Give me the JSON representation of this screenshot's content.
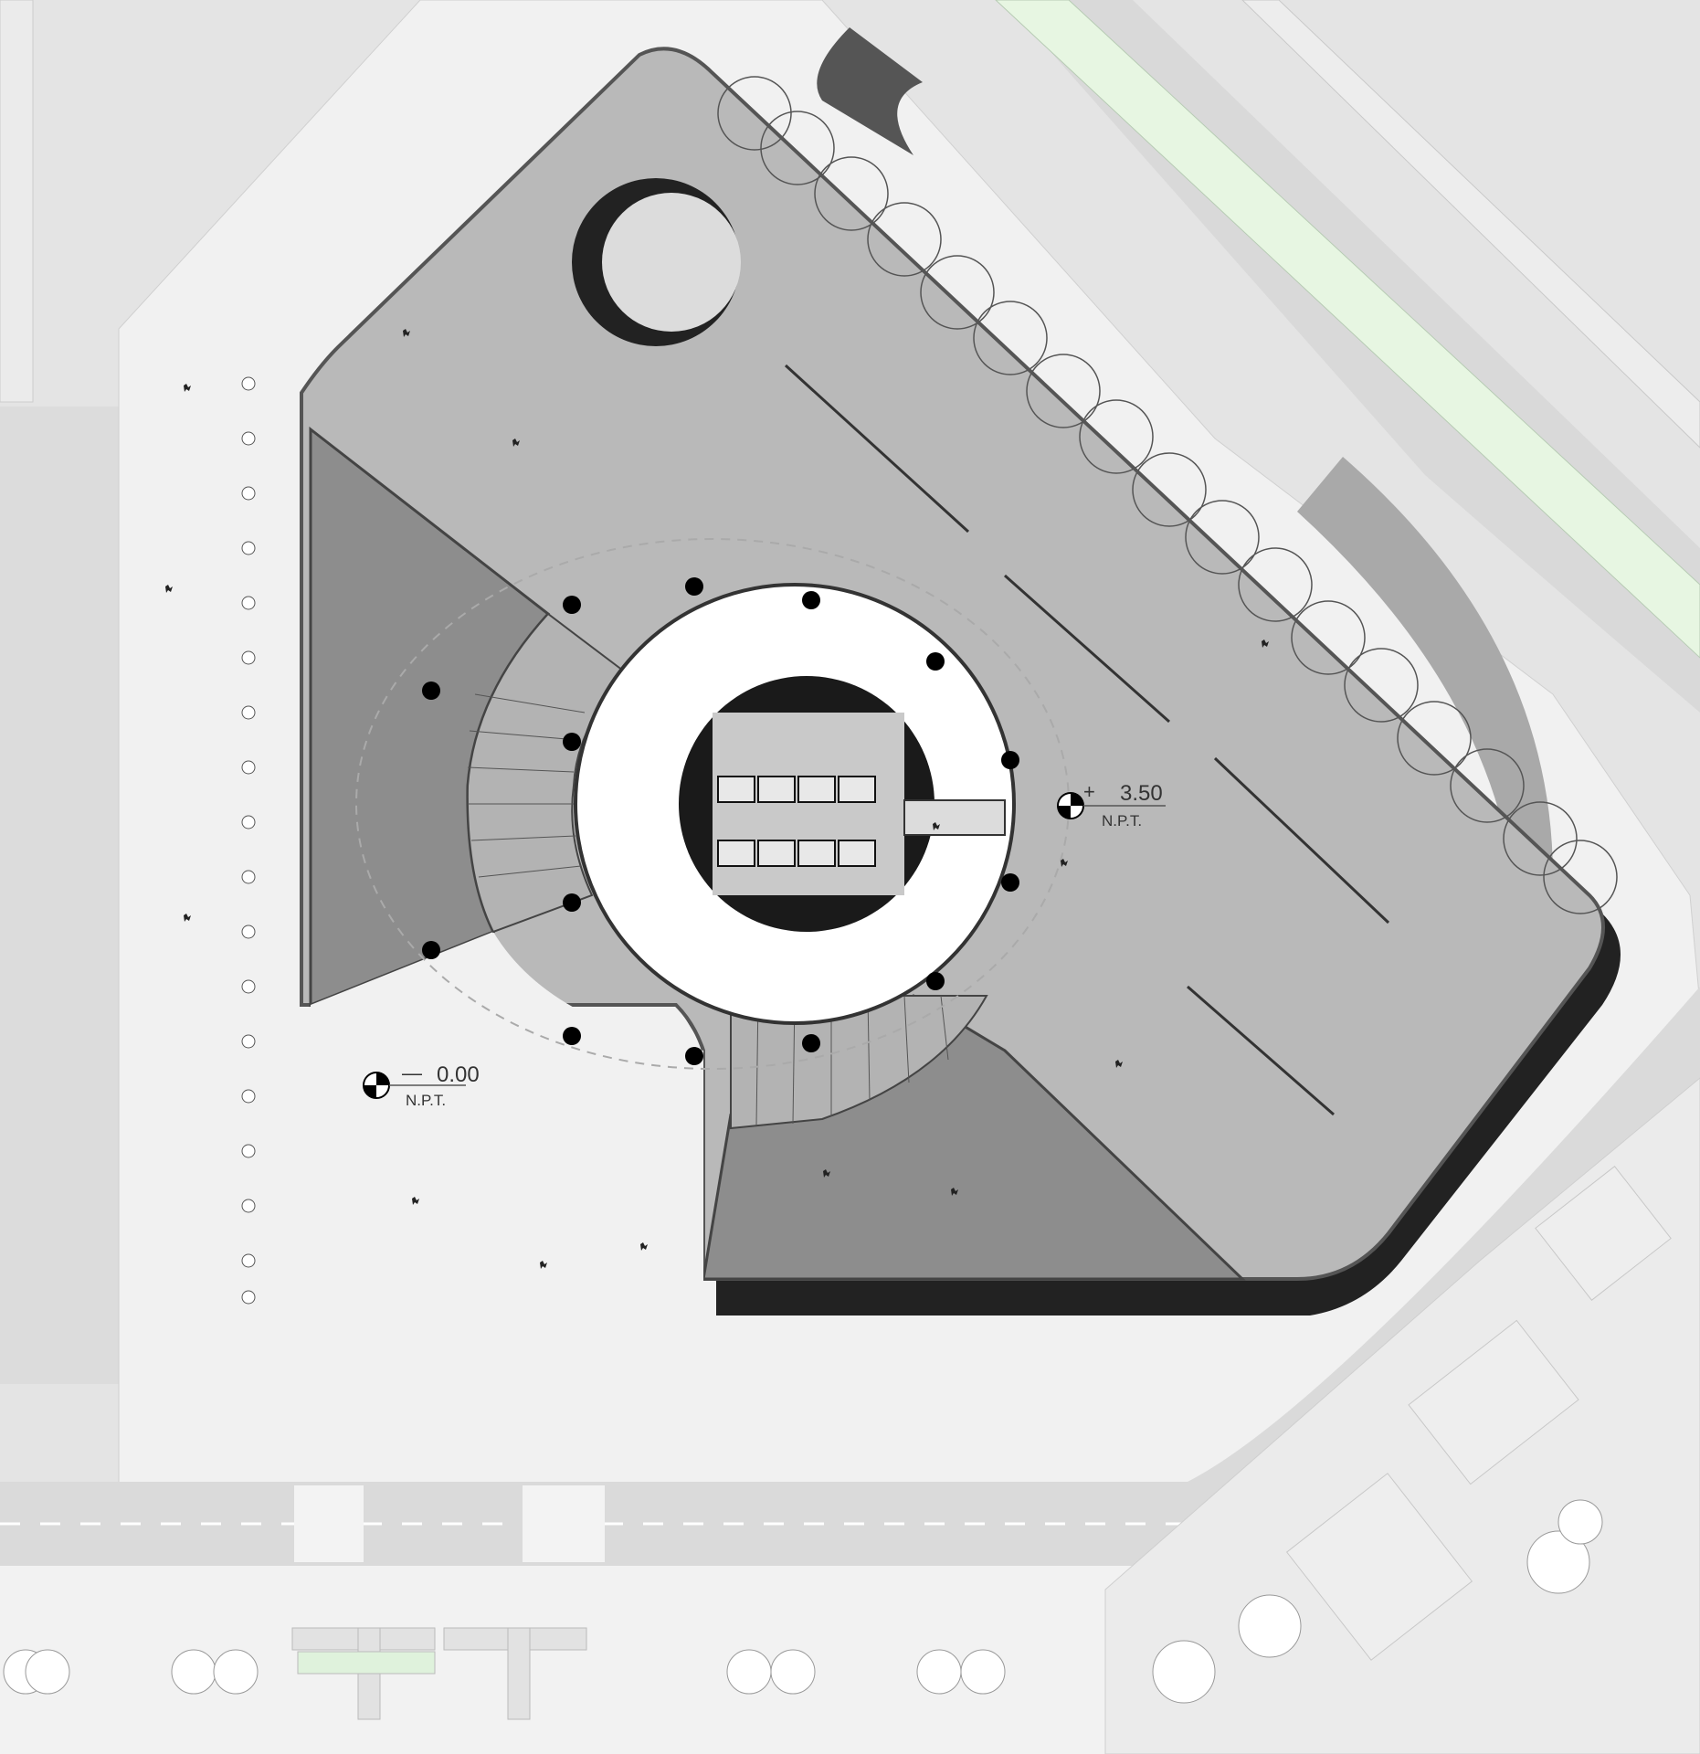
{
  "levels": {
    "upper": {
      "value": "3.50",
      "sign": "+",
      "ref": "N.P.T."
    },
    "ground": {
      "value": "0.00",
      "sign": "—",
      "ref": "N.P.T."
    }
  },
  "colors": {
    "background": "#e4e4e4",
    "sidewalk": "#f1f1f1",
    "road": "#d7d7d7",
    "roof": "#b9b9b9",
    "sunken": "#8f8f8f",
    "core": "#1a1a1a",
    "ring": "#ffffff",
    "green": "#e8f7e4"
  }
}
